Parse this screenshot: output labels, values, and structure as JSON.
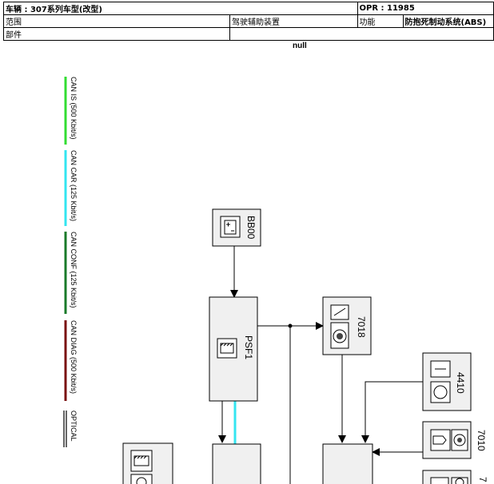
{
  "header": {
    "vehicle": "车辆 : 307系列车型(改型)",
    "opr": "OPR : 11985",
    "scope_label": "范围",
    "scope_value": "驾驶辅助装置",
    "function_label": "功能",
    "function_value": "防抱死制动系统(ABS)",
    "part_label": "部件"
  },
  "subtitle": "null",
  "legend": [
    {
      "label": "CAN IS (500 Kbit/s)",
      "color": "#33dd33"
    },
    {
      "label": "CAN CAR (125 Kbit/s)",
      "color": "#33e5f0"
    },
    {
      "label": "CAN CONF (125 Kbit/s)",
      "color": "#1a7a2a"
    },
    {
      "label": "CAN DIAG (500 Kbit/s)",
      "color": "#7a1010"
    },
    {
      "label": "OPTICAL",
      "color": "#000000"
    }
  ],
  "components": {
    "bb00": "BB00",
    "psf1": "PSF1",
    "c7018": "7018",
    "c4410": "4410",
    "c7010": "7010",
    "c7_partial": "7"
  }
}
